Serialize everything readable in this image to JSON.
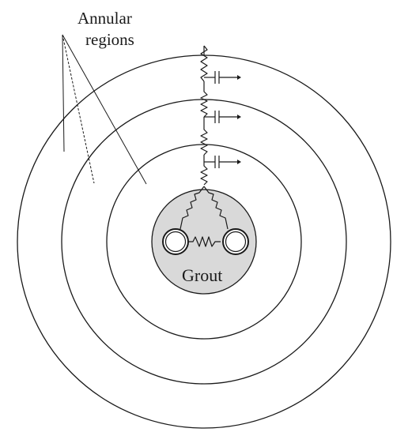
{
  "labels": {
    "annular_line1": "Annular",
    "annular_line2": "regions",
    "grout": "Grout"
  },
  "colors": {
    "line": "#1a1a1a",
    "grout_fill": "#d9d9d9",
    "background": "#ffffff"
  }
}
